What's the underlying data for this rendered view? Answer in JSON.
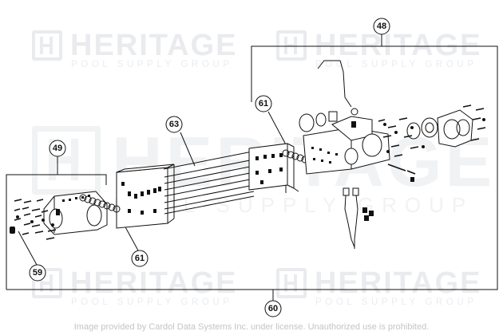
{
  "watermark": {
    "brand": "HERITAGE",
    "tagline": "POOL SUPPLY GROUP"
  },
  "callouts": {
    "c48": "48",
    "c61_top": "61",
    "c63": "63",
    "c49": "49",
    "c61_bottom": "61",
    "c59": "59",
    "c60": "60"
  },
  "credit": "Image provided by Cardol Data Systems Inc. under license. Unauthorized use is prohibited."
}
